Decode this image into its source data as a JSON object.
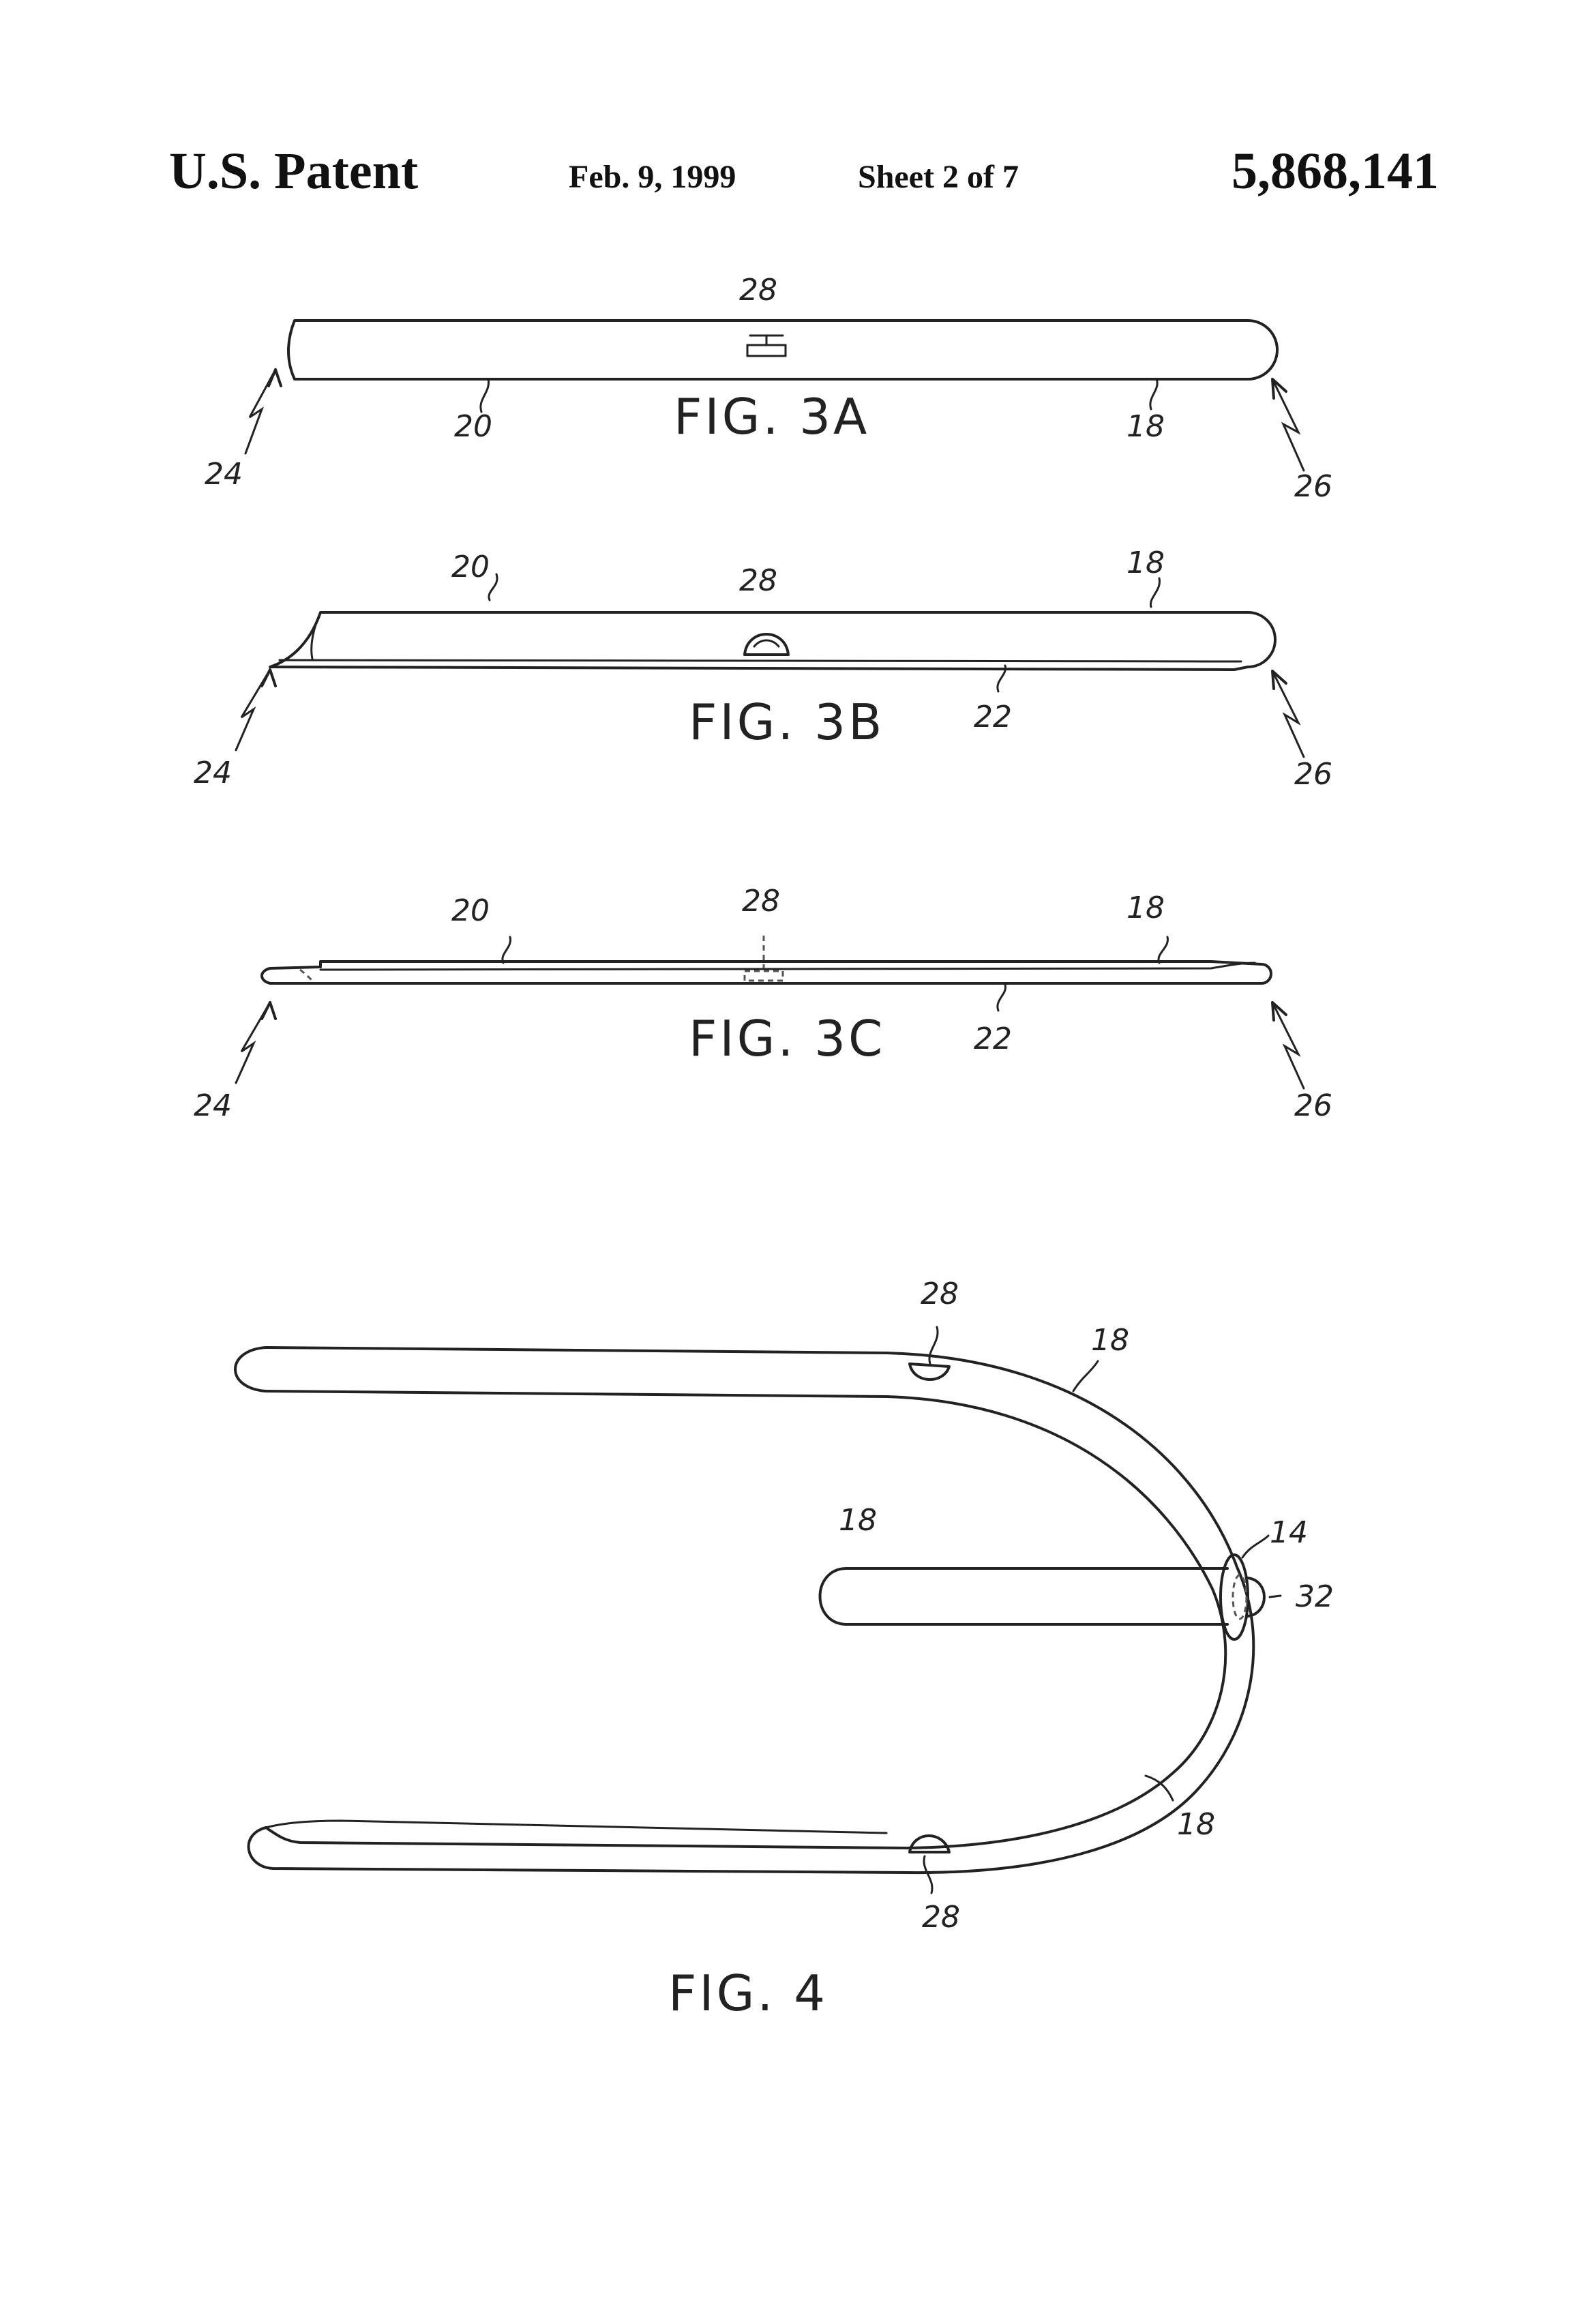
{
  "header": {
    "left": "U.S. Patent",
    "date": "Feb. 9, 1999",
    "sheet": "Sheet 2 of 7",
    "patent_number": "5,868,141"
  },
  "fig3a": {
    "caption": "FIG. 3A",
    "labels": {
      "marker": "28",
      "body": "20",
      "tube": "18",
      "end_left": "24",
      "end_right": "26"
    }
  },
  "fig3b": {
    "caption": "FIG. 3B",
    "labels": {
      "body": "20",
      "marker": "28",
      "tube": "18",
      "base": "22",
      "end_left": "24",
      "end_right": "26"
    }
  },
  "fig3c": {
    "caption": "FIG. 3C",
    "labels": {
      "body": "20",
      "marker": "28",
      "tube": "18",
      "base": "22",
      "end_left": "24",
      "end_right": "26"
    }
  },
  "fig4": {
    "caption": "FIG. 4",
    "labels": {
      "marker_top": "28",
      "tube_top": "18",
      "tube_center": "18",
      "junction": "14",
      "cap": "32",
      "tube_bottom": "18",
      "marker_bottom": "28"
    }
  }
}
